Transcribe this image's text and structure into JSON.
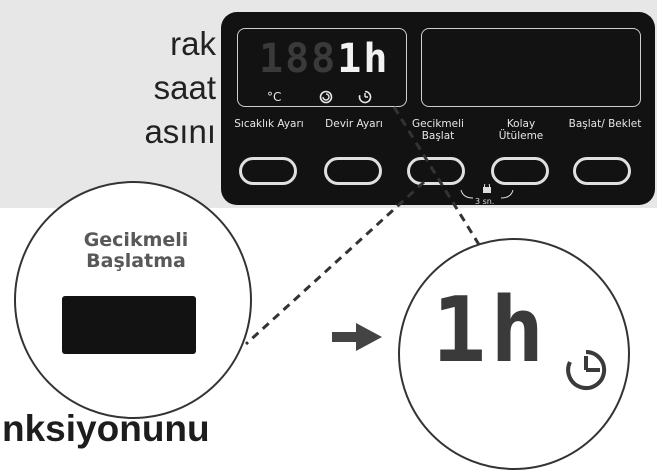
{
  "instructions": {
    "lines": [
      "rak",
      "saat",
      "ası̇nı"
    ],
    "bottom": "nksiyonunu"
  },
  "panel": {
    "display_dim": "188",
    "display_lit": "1h",
    "status_icons": [
      "celsius-icon",
      "spin-icon",
      "timer-icon"
    ],
    "celsius": "°C",
    "buttons": [
      {
        "label": "Sıcaklık Ayarı"
      },
      {
        "label": "Devir Ayarı"
      },
      {
        "label": "Gecikmeli Başlat"
      },
      {
        "label": "Kolay Ütüleme"
      },
      {
        "label": "Başlat/ Beklet"
      }
    ],
    "lock_text": "3 sn."
  },
  "zoom_left": {
    "label_line1": "Gecikmeli",
    "label_line2": "Başlatma"
  },
  "zoom_right": {
    "display": "1h"
  },
  "colors": {
    "panel": "#121212",
    "gray_band": "#e7e7e7",
    "segment_lit": "#f2f2f2",
    "segment_dim": "#3a3a3a"
  }
}
